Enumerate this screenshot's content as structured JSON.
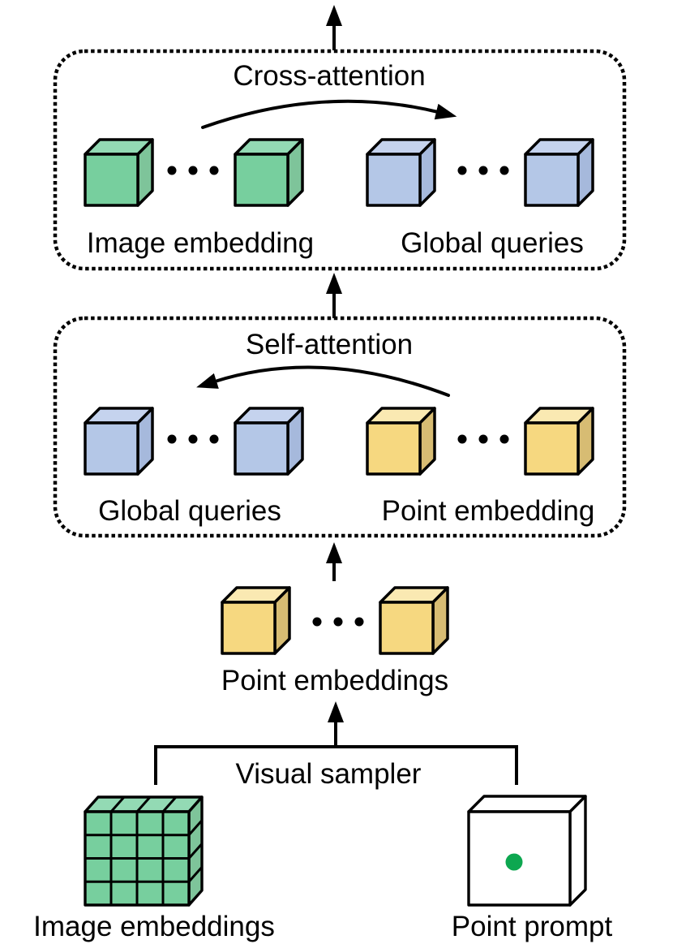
{
  "diagram": {
    "cross_attention_block": {
      "title": "Cross-attention",
      "left_group_label": "Image embedding",
      "right_group_label": "Global queries"
    },
    "self_attention_block": {
      "title": "Self-attention",
      "left_group_label": "Global queries",
      "right_group_label": "Point embedding"
    },
    "point_embeddings": {
      "label": "Point embeddings"
    },
    "visual_sampler": {
      "label": "Visual sampler"
    },
    "inputs": {
      "image_embeddings_label": "Image embeddings",
      "point_prompt_label": "Point prompt"
    },
    "colors": {
      "green_cube": {
        "front": "#77CF9E",
        "top": "#93DAB4",
        "side": "#7EC49A"
      },
      "blue_cube": {
        "front": "#B4C7E7",
        "top": "#C5D3EE",
        "side": "#A6B9DC"
      },
      "yellow_cube": {
        "front": "#F6D880",
        "top": "#FAE9B2",
        "side": "#D7BC73"
      },
      "prompt_box_face": "#FFFFFF",
      "prompt_dot": "#0DA750",
      "outline": "#000000"
    }
  }
}
